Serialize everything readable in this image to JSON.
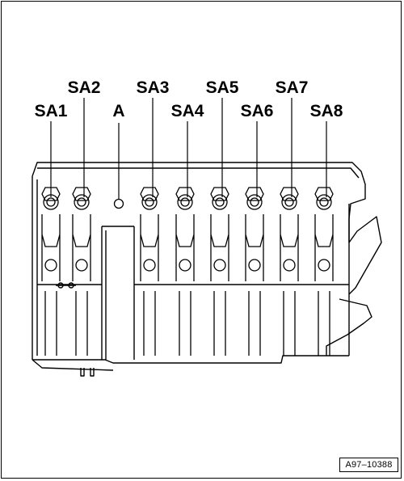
{
  "callouts": {
    "sa1": "SA1",
    "sa2": "SA2",
    "a": "A",
    "sa3": "SA3",
    "sa4": "SA4",
    "sa5": "SA5",
    "sa6": "SA6",
    "sa7": "SA7",
    "sa8": "SA8"
  },
  "reference_code": "A97–10388",
  "colors": {
    "line": "#000000",
    "background": "#ffffff"
  }
}
